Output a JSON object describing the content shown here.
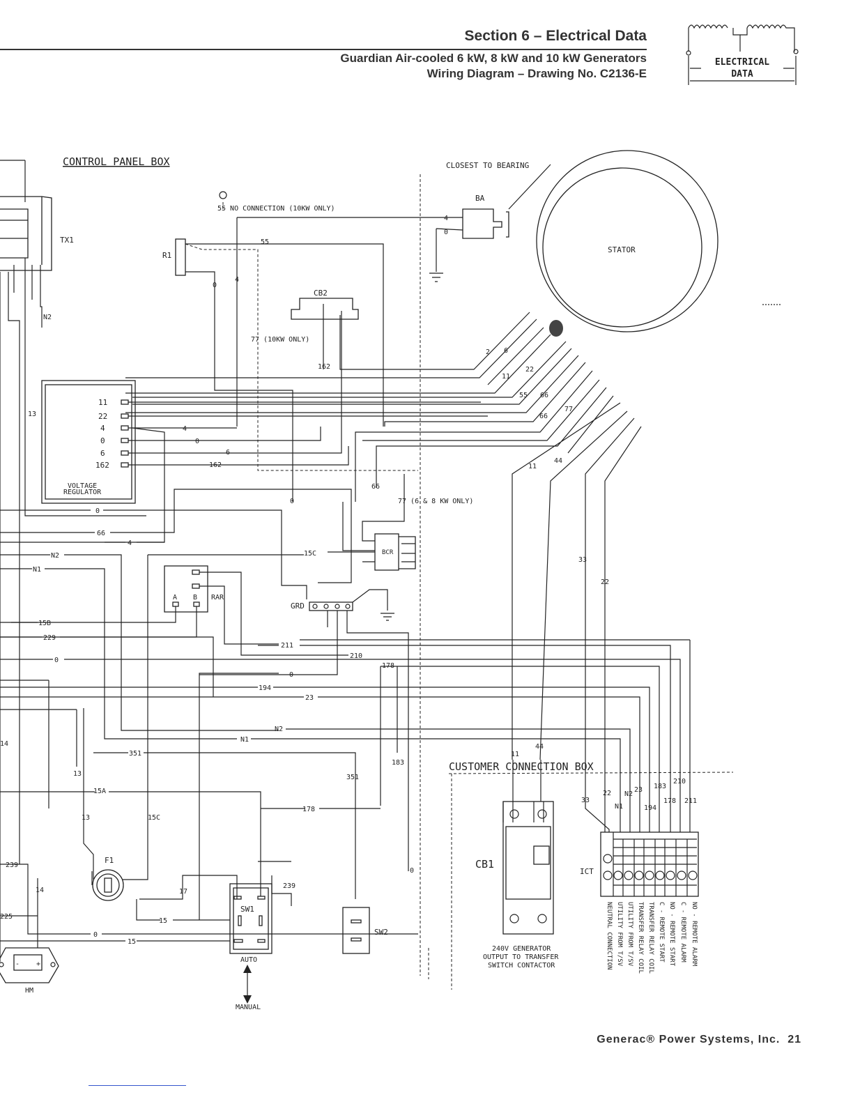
{
  "header": {
    "section": "Section 6 – Electrical Data",
    "subtitle_line1": "Guardian Air-cooled 6 kW, 8 kW and 10 kW Generators",
    "subtitle_line2": "Wiring Diagram – Drawing No. C2136-E",
    "logo_text": "ELECTRICAL DATA"
  },
  "footer": {
    "company": "Generac® Power Systems, Inc.",
    "page": "21"
  },
  "diagram": {
    "control_panel_box": "CONTROL PANEL BOX",
    "closest_to_bearing": "CLOSEST TO BEARING",
    "no_connection": "55 NO CONNECTION (10KW ONLY)",
    "tx1": "TX1",
    "r1": "R1",
    "ba": "BA",
    "stator": "STATOR",
    "cb2": "CB2",
    "only_10kw": "77 (10KW ONLY)",
    "only_6_8kw": "77 (6 & 8 KW ONLY)",
    "voltage_regulator": "VOLTAGE REGULATOR",
    "vr_terminals": [
      "11",
      "22",
      "4",
      "0",
      "6",
      "162"
    ],
    "bcr": "BCR",
    "rar": "RAR",
    "rar_a": "A",
    "rar_b": "B",
    "grd": "GRD",
    "customer_connection_box": "CUSTOMER CONNECTION BOX",
    "cb1": "CB1",
    "ict": "ICT",
    "sw1": "SW1",
    "sw2": "SW2",
    "f1": "F1",
    "hm": "HM",
    "auto": "AUTO",
    "manual": "MANUAL",
    "cb1_caption": [
      "240V GENERATOR",
      "OUTPUT TO TRANSFER",
      "SWITCH CONTACTOR"
    ],
    "ict_functions": [
      "NEUTRAL CONNECTION",
      "UTILITY FROM T/SV",
      "UTILITY FROM T/SV",
      "TRANSFER RELAY COIL",
      "TRANSFER RELAY COIL",
      "C - REMOTE START",
      "NO - REMOTE START",
      "C - REMOTE ALARM",
      "NO - REMOTE ALARM"
    ],
    "wire_labels": {
      "w55": "55",
      "w4": "4",
      "w0": "0",
      "w2": "2",
      "w6": "6",
      "w11": "11",
      "w22": "22",
      "w66": "66",
      "w77": "77",
      "w44": "44",
      "w33": "33",
      "w162": "162",
      "wN1": "N1",
      "wN2": "N2",
      "w13": "13",
      "w14": "14",
      "w15": "15",
      "w15A": "15A",
      "w15B": "15B",
      "w15C": "15C",
      "w17": "17",
      "w23": "23",
      "w178": "178",
      "w183": "183",
      "w194": "194",
      "w210": "210",
      "w211": "211",
      "w225": "225",
      "w229": "229",
      "w239": "239",
      "w351": "351"
    }
  }
}
